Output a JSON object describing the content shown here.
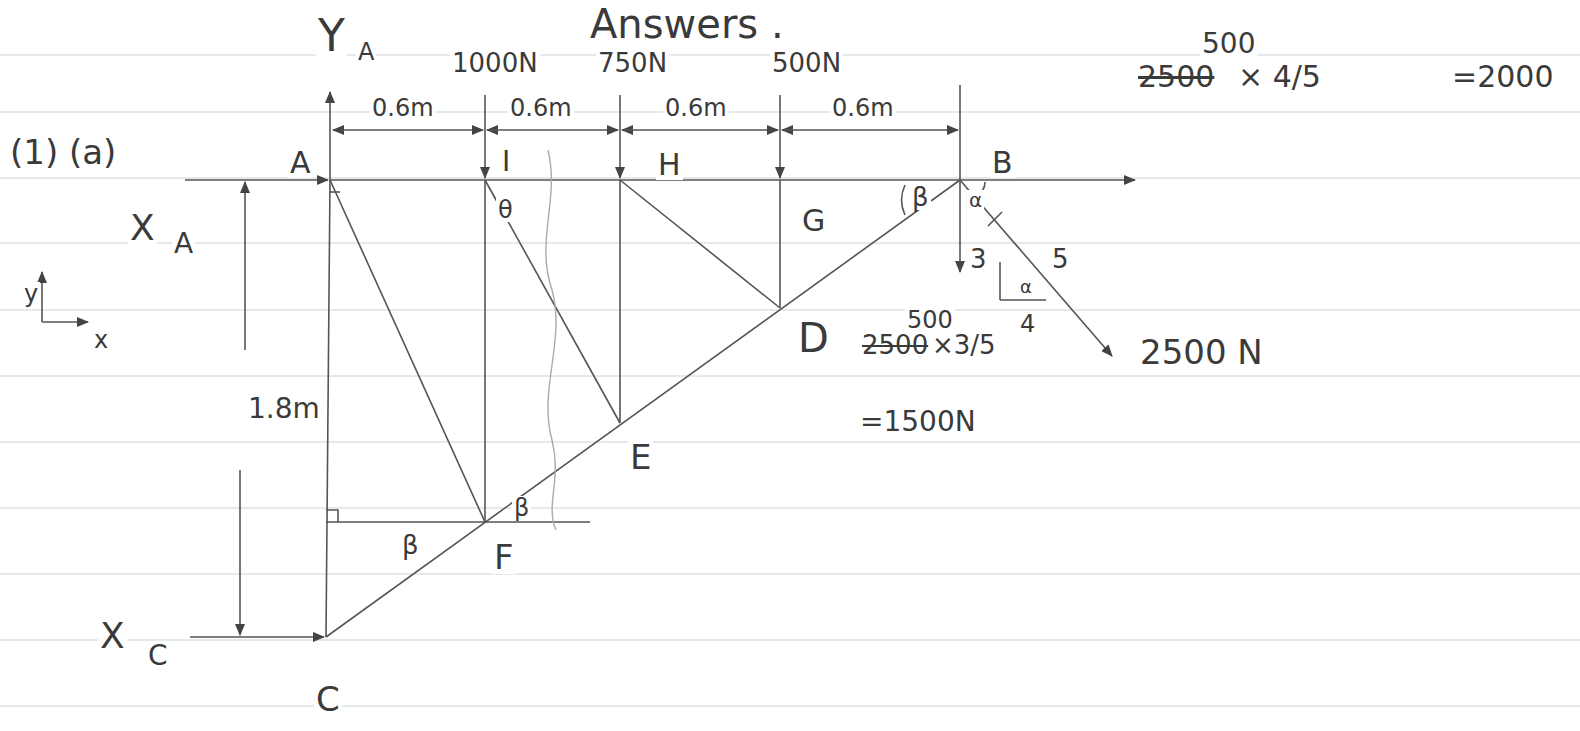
{
  "diagram": {
    "title": "Answers .",
    "labels": [
      "(1) (a)",
      "Y",
      "A",
      "1000N",
      "750N",
      "500N",
      "0.6m",
      "0.6m",
      "0.6m",
      "0.6m",
      "A",
      "I",
      "θ",
      "H",
      "G",
      "β",
      "B",
      "α",
      "3",
      "5",
      "4",
      "α",
      "2500 N",
      "D",
      "500",
      "2500",
      "×3/5",
      "=1500N",
      "E",
      "F",
      "β",
      "β",
      "X",
      "A",
      "1.8m",
      "y",
      "x",
      "X",
      "C",
      "C",
      "500",
      "2500",
      "× 4/5",
      "=2000"
    ]
  }
}
